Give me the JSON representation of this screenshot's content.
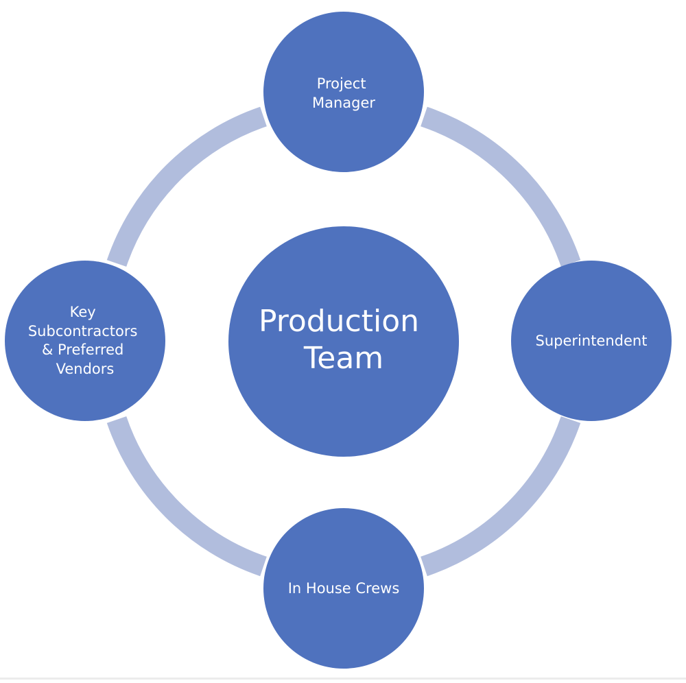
{
  "colors": {
    "background": "#ffffff",
    "node_fill": "#4F72BE",
    "ring_stroke": "#B1BDDD",
    "node_text": "#ffffff"
  },
  "center": {
    "lines": [
      "Production",
      "Team"
    ]
  },
  "nodes": {
    "top": {
      "lines": [
        "Project",
        "Manager"
      ]
    },
    "right": {
      "lines": [
        "Superintendent"
      ]
    },
    "bottom": {
      "lines": [
        "In House Crews"
      ]
    },
    "left": {
      "lines": [
        "Key",
        "Subcontractors",
        "& Preferred",
        "Vendors"
      ]
    }
  }
}
